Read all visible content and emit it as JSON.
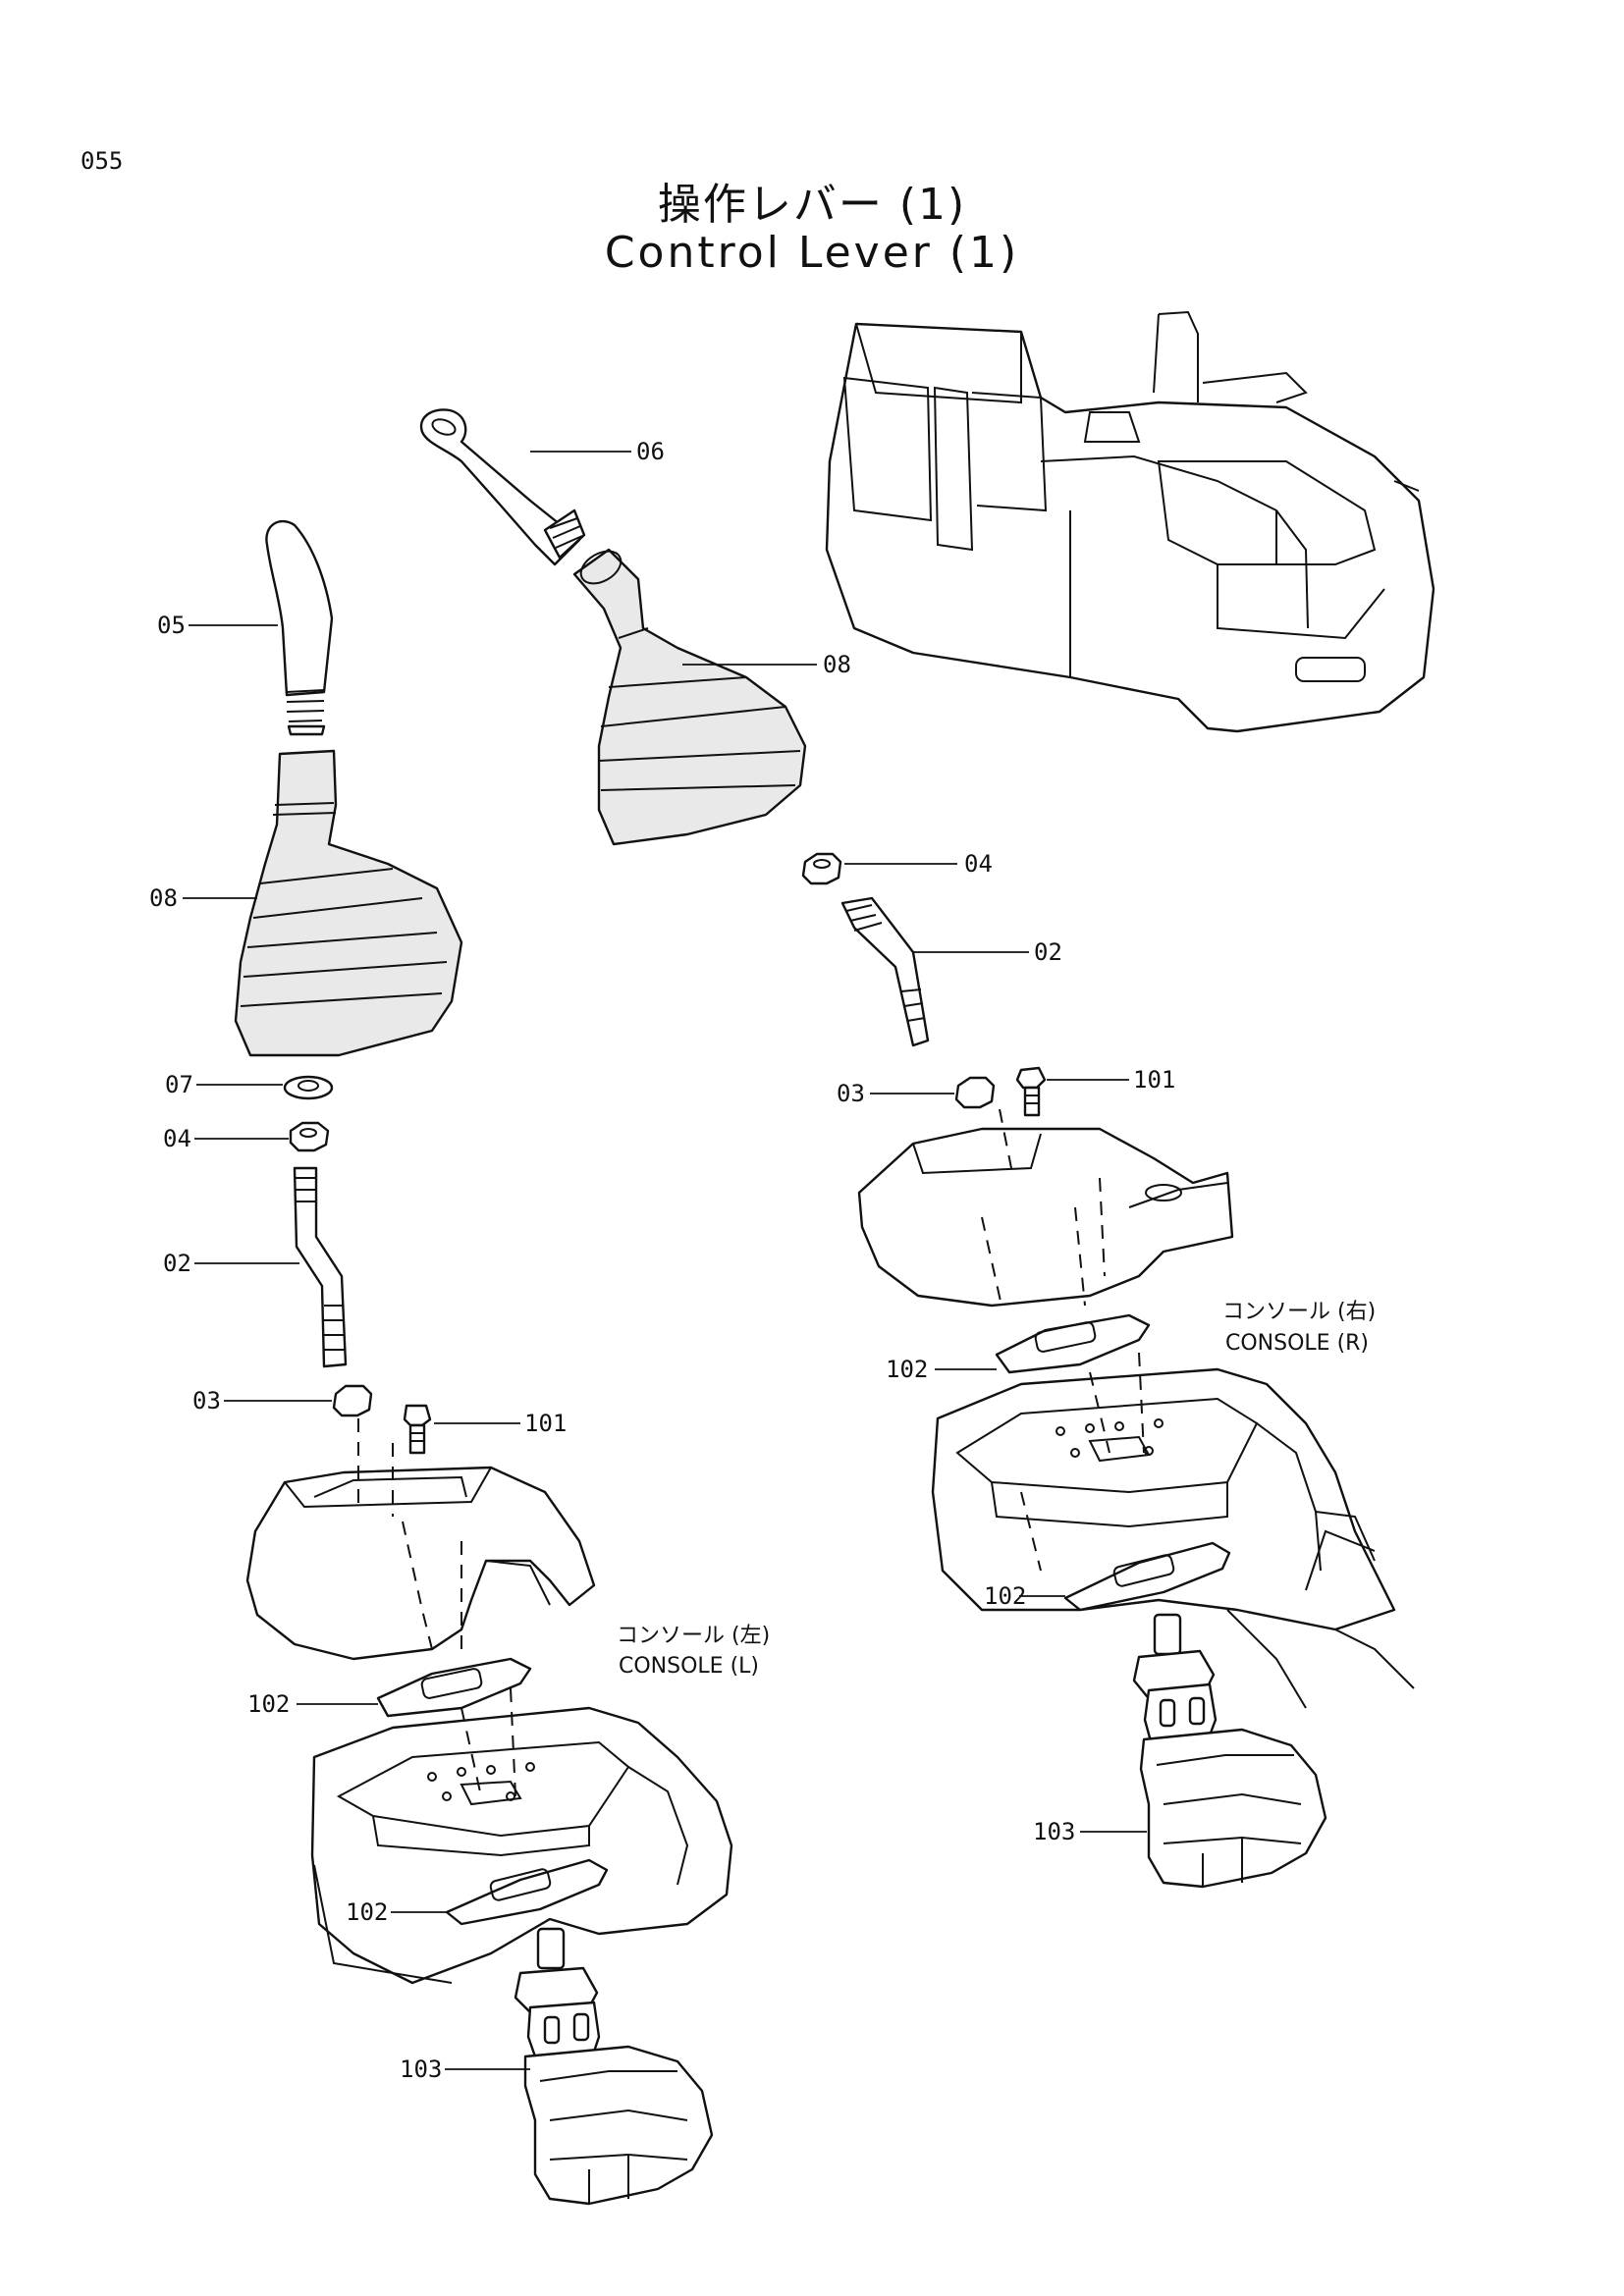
{
  "page_number": "055",
  "title": {
    "japanese": "操作レバー (1)",
    "english": "Control Lever (1)"
  },
  "consoles": {
    "left_jp": "コンソール (左)",
    "left_en": "CONSOLE (L)",
    "right_jp": "コンソール (右)",
    "right_en": "CONSOLE (R)"
  },
  "callouts": {
    "grip_left": "05",
    "grip_right": "06",
    "boot_left": "08",
    "boot_right": "08",
    "washer_left": "07",
    "nut_left": "04",
    "nut_right": "04",
    "lever_left": "02",
    "lever_right": "02",
    "locknut_left": "03",
    "locknut_right": "03",
    "bolt_left": "101",
    "bolt_right": "101",
    "gasket_left_upper": "102",
    "gasket_left_lower": "102",
    "gasket_right_upper": "102",
    "gasket_right_lower": "102",
    "valve_left": "103",
    "valve_right": "103"
  }
}
